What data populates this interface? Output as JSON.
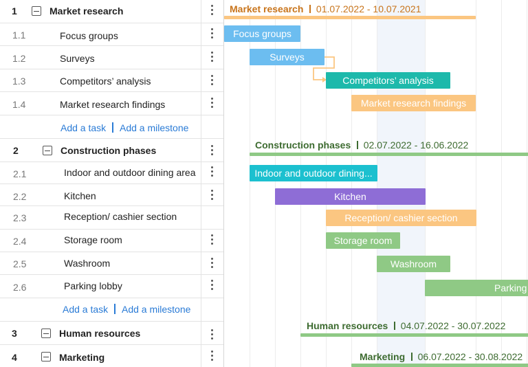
{
  "colors": {
    "orange": "#fbc681",
    "orange_text": "#c8741b",
    "blue": "#6cbdf0",
    "teal": "#1db9ab",
    "cyan": "#1cc0cf",
    "purple": "#8e6dd6",
    "green": "#8fc985",
    "green_text": "#3d6b30",
    "link_blue": "#2a7bd6"
  },
  "grid": {
    "add_task": "Add a task",
    "add_milestone": "Add a milestone",
    "rows": [
      {
        "id": "1",
        "name": "Market research",
        "kind": "group"
      },
      {
        "id": "1.1",
        "name": "Focus groups",
        "kind": "task"
      },
      {
        "id": "1.2",
        "name": "Surveys",
        "kind": "task"
      },
      {
        "id": "1.3",
        "name": "Competitors’ analysis",
        "kind": "task"
      },
      {
        "id": "1.4",
        "name": "Market research findings",
        "kind": "task"
      },
      {
        "id": "",
        "name": "",
        "kind": "add"
      },
      {
        "id": "2",
        "name": "Construction phases",
        "kind": "group"
      },
      {
        "id": "2.1",
        "name": "Indoor and outdoor dining area",
        "kind": "task"
      },
      {
        "id": "2.2",
        "name": "Kitchen",
        "kind": "task"
      },
      {
        "id": "2.3",
        "name": "Reception/ cashier section",
        "kind": "task"
      },
      {
        "id": "2.4",
        "name": "Storage room",
        "kind": "task"
      },
      {
        "id": "2.5",
        "name": "Washroom",
        "kind": "task"
      },
      {
        "id": "2.6",
        "name": "Parking lobby",
        "kind": "task"
      },
      {
        "id": "",
        "name": "",
        "kind": "add"
      },
      {
        "id": "3",
        "name": "Human resources",
        "kind": "group"
      },
      {
        "id": "4",
        "name": "Marketing",
        "kind": "group"
      }
    ]
  },
  "chart": {
    "summaries": [
      {
        "name": "Market research",
        "dates": "01.07.2022 - 10.07.2021",
        "color": "orange"
      },
      {
        "name": "Construction phases",
        "dates": "02.07.2022 - 16.06.2022",
        "color": "green"
      },
      {
        "name": "Human resources",
        "dates": "04.07.2022 - 30.07.2022",
        "color": "green"
      },
      {
        "name": "Marketing",
        "dates": "06.07.2022 - 30.08.2022",
        "color": "green"
      }
    ],
    "bars": [
      {
        "label": "Focus groups",
        "color": "blue"
      },
      {
        "label": "Surveys",
        "color": "blue"
      },
      {
        "label": "Competitors’ analysis",
        "color": "teal"
      },
      {
        "label": "Market research findings",
        "color": "orange"
      },
      {
        "label": "Indoor and outdoor dining...",
        "color": "cyan"
      },
      {
        "label": "Kitchen",
        "color": "purple"
      },
      {
        "label": "Reception/ cashier section",
        "color": "orange"
      },
      {
        "label": "Storage room",
        "color": "green"
      },
      {
        "label": "Washroom",
        "color": "green"
      },
      {
        "label": "Parking lobby",
        "color": "green"
      }
    ]
  }
}
